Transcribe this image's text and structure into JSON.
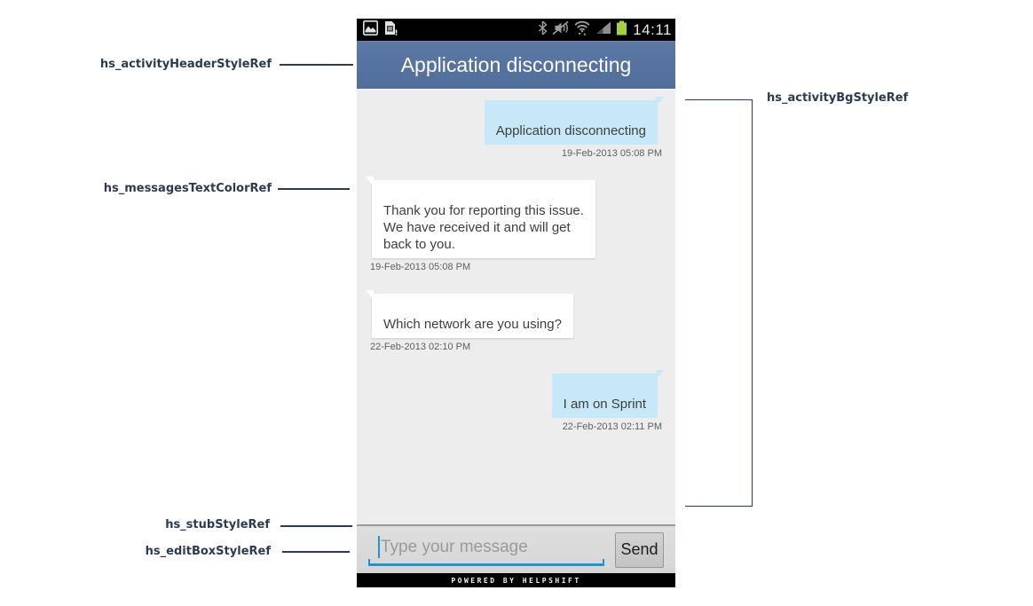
{
  "annotations": {
    "activity_header": "hs_activityHeaderStyleRef",
    "messages_text_color": "hs_messagesTextColorRef",
    "stub": "hs_stubStyleRef",
    "edit_box": "hs_editBoxStyleRef",
    "activity_bg": "hs_activityBgStyleRef"
  },
  "phone": {
    "status_bar": {
      "time": "14:11",
      "left_icons": [
        "gallery-icon",
        "sdcard-warning-icon"
      ],
      "right_icons": [
        "bluetooth-icon",
        "vibrate-off-icon",
        "wifi-icon",
        "signal-strength-icon",
        "battery-icon"
      ]
    },
    "header": {
      "title": "Application disconnecting"
    },
    "conversation": {
      "messages": [
        {
          "side": "right",
          "text": "Application disconnecting",
          "timestamp": "19-Feb-2013 05:08 PM"
        },
        {
          "side": "left",
          "text": "Thank you for reporting this issue.\nWe have received it and will get\nback to you.",
          "timestamp": "19-Feb-2013 05:08 PM"
        },
        {
          "side": "left",
          "text": "Which network are you using?",
          "timestamp": "22-Feb-2013 02:10 PM"
        },
        {
          "side": "right",
          "text": "I am on Sprint",
          "timestamp": "22-Feb-2013 02:11 PM"
        }
      ]
    },
    "composer": {
      "placeholder": "Type your message",
      "send_label": "Send"
    },
    "footer": {
      "text": "POWERED BY HELPSHIFT"
    }
  },
  "colors": {
    "status_bar_bg": "#000000",
    "header_bg": "#54719E",
    "chat_bg": "#EDEDED",
    "outgoing_bubble_bg": "#C6E8F8",
    "incoming_bubble_bg": "#FFFFFF",
    "message_text": "#3E3E3E",
    "timestamp_text": "#5F5F5F",
    "composer_bg": "#D9D9D9",
    "edit_underline_accent": "#2193CE",
    "battery_green": "#A3D143",
    "annotation_text": "#2B3B52"
  }
}
